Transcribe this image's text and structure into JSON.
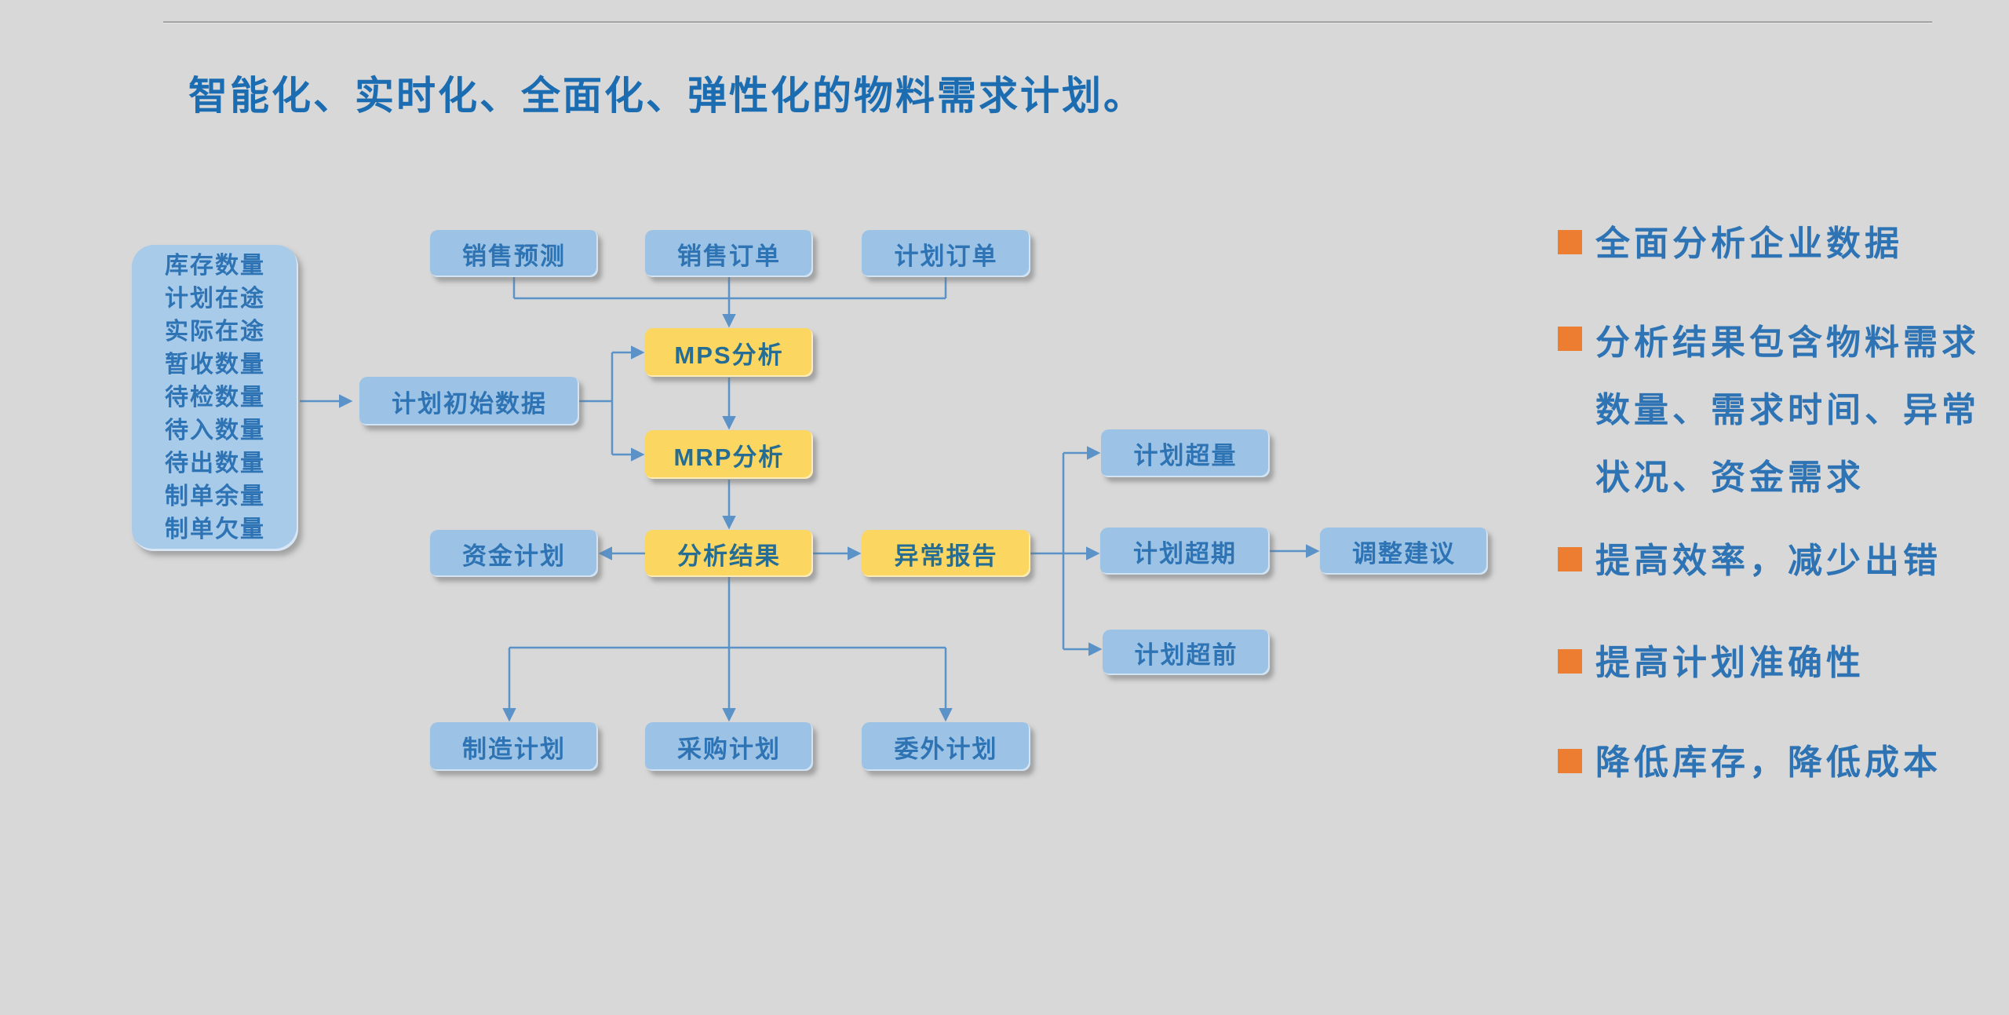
{
  "title": "智能化、实时化、全面化、弹性化的物料需求计划。",
  "colors": {
    "background": "#d8d8d8",
    "node_blue": "#9cc3e5",
    "node_yellow": "#fbd660",
    "node_text_blue": "#2e74b5",
    "node_text_teal": "#256d94",
    "title_blue": "#1b6cb1",
    "connector_blue": "#5b93c9",
    "bullet_orange": "#ed7d31"
  },
  "left_panel": {
    "items": [
      "库存数量",
      "计划在途",
      "实际在途",
      "暂收数量",
      "待检数量",
      "待入数量",
      "待出数量",
      "制单余量",
      "制单欠量"
    ]
  },
  "nodes": {
    "sales_forecast": "销售预测",
    "sales_order": "销售订单",
    "planned_order": "计划订单",
    "initial_data": "计划初始数据",
    "mps": "MPS分析",
    "mrp": "MRP分析",
    "fund_plan": "资金计划",
    "analysis_result": "分析结果",
    "exception_report": "异常报告",
    "over_quantity": "计划超量",
    "overdue": "计划超期",
    "ahead": "计划超前",
    "adjust_suggestion": "调整建议",
    "manufacturing_plan": "制造计划",
    "purchase_plan": "采购计划",
    "outsourcing_plan": "委外计划"
  },
  "bullets": [
    "全面分析企业数据",
    "分析结果包含物料需求数量、需求时间、异常状况、资金需求",
    "提高效率，减少出错",
    "提高计划准确性",
    "降低库存，降低成本"
  ]
}
